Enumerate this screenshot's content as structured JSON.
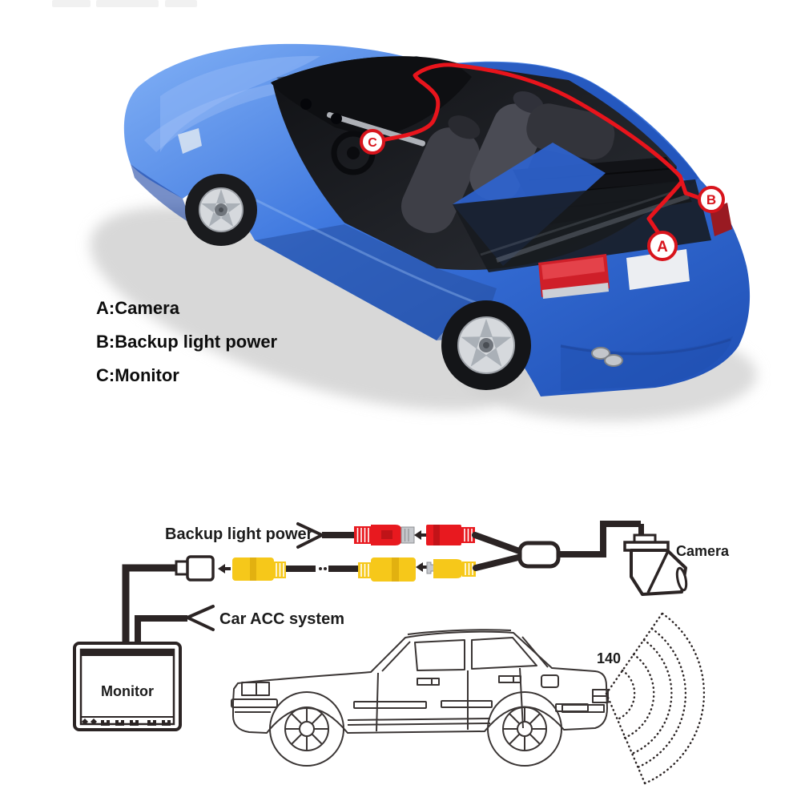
{
  "legend": {
    "items": [
      {
        "label": "A:Camera"
      },
      {
        "label": "B:Backup light power"
      },
      {
        "label": "C:Monitor"
      }
    ]
  },
  "car_photo": {
    "markers": {
      "a": "A",
      "b": "B",
      "c": "C"
    }
  },
  "wiring_diagram": {
    "backup_light_power_label": "Backup light power",
    "car_acc_label": "Car ACC system",
    "monitor_label": "Monitor",
    "camera_label": "Camera",
    "camera_angle_label": "140"
  },
  "colors": {
    "cable_red": "#e8141c",
    "rca_red": "#e8191f",
    "rca_yellow": "#f6c81a",
    "wire_black": "#2b2424",
    "car_blue": "#3a74dd",
    "taillight_red": "#d0202a",
    "silver": "#c6c8cc"
  }
}
